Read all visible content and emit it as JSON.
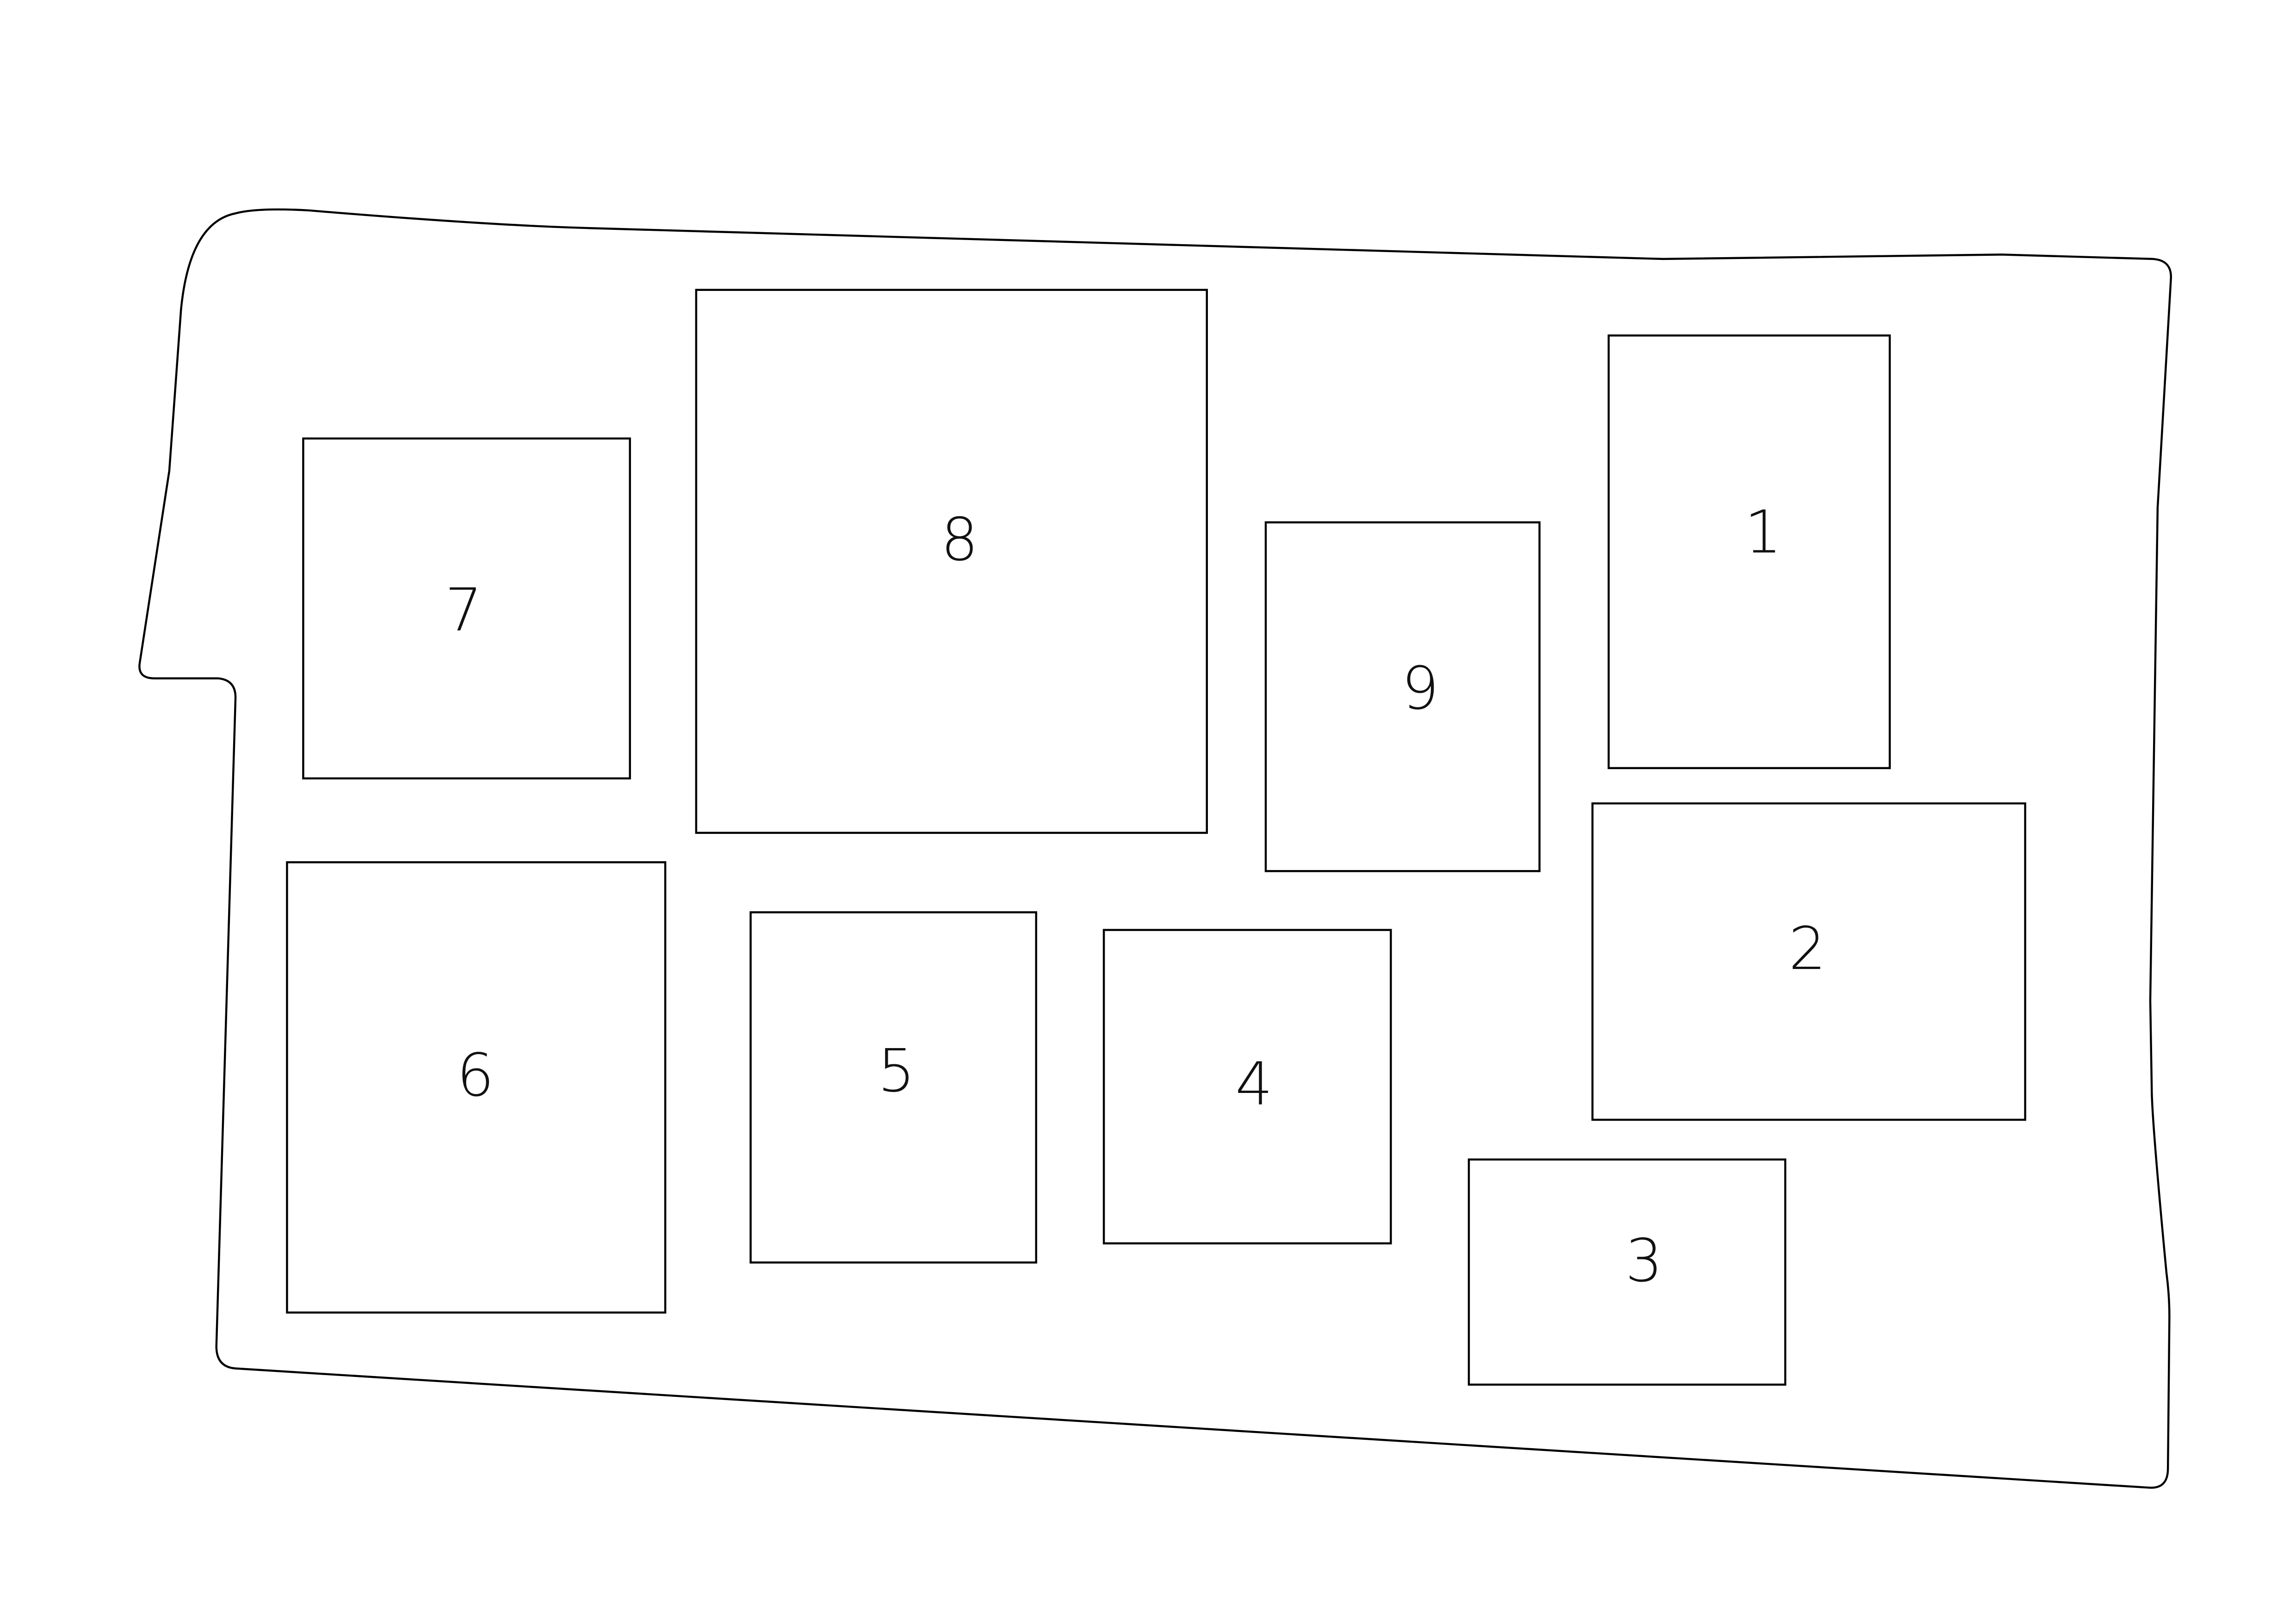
{
  "diagram": {
    "type": "site-plan",
    "stroke_color": "#000000",
    "background_color": "#ffffff",
    "plots": [
      {
        "id": "plot-1",
        "label": "1"
      },
      {
        "id": "plot-2",
        "label": "2"
      },
      {
        "id": "plot-3",
        "label": "3"
      },
      {
        "id": "plot-4",
        "label": "4"
      },
      {
        "id": "plot-5",
        "label": "5"
      },
      {
        "id": "plot-6",
        "label": "6"
      },
      {
        "id": "plot-7",
        "label": "7"
      },
      {
        "id": "plot-8",
        "label": "8"
      },
      {
        "id": "plot-9",
        "label": "9"
      }
    ]
  }
}
